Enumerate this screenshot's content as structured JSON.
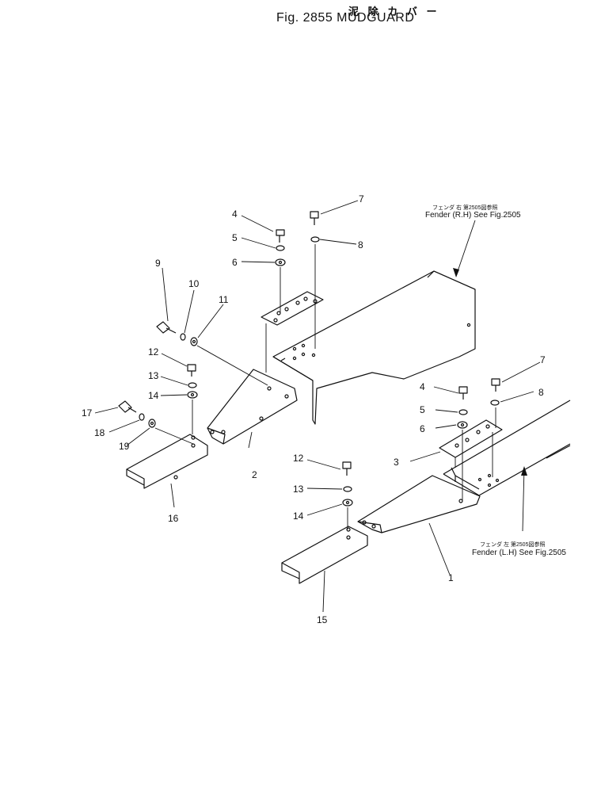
{
  "title": {
    "japanese": "泥 除 カ バ ー",
    "english": "Fig.  2855  MUDGUARD"
  },
  "notes": {
    "fender_rh": {
      "japanese": "フェンダ 右  第2505図参照",
      "english": "Fender (R.H)  See  Fig.2505"
    },
    "fender_lh": {
      "japanese": "フェンダ 左  第2505図参照",
      "english": "Fender (L.H)  See  Fig.2505"
    }
  },
  "callouts": [
    "1",
    "2",
    "3",
    "4",
    "5",
    "6",
    "7",
    "8",
    "9",
    "10",
    "11",
    "12",
    "13",
    "14",
    "15",
    "16",
    "17",
    "18",
    "19"
  ],
  "callouts_right": [
    "4",
    "5",
    "6",
    "7",
    "8",
    "12",
    "13",
    "14"
  ]
}
